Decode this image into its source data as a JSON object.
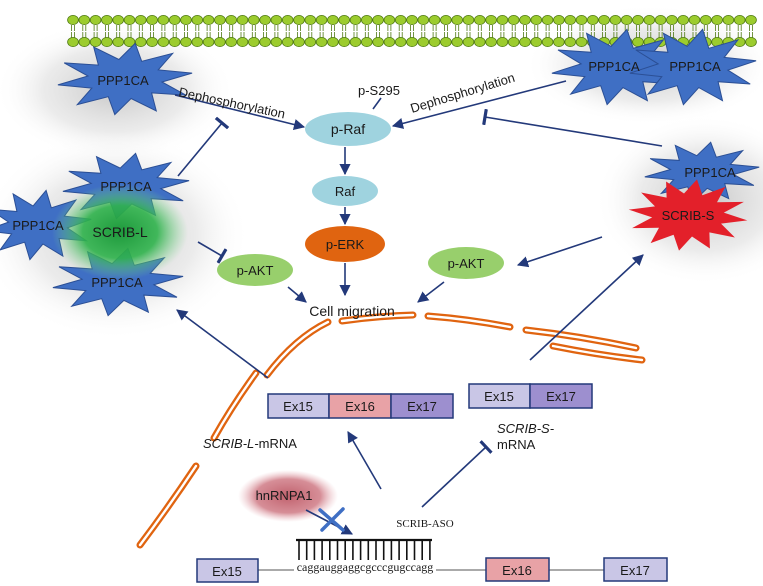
{
  "colors": {
    "arrow": "#23397a",
    "membrane_head": "#9ccc2e",
    "membrane_edge": "#4f7a12",
    "ppp1ca": "#3f6fc4",
    "ppp1ca_edge": "#2b4f95",
    "scrib_l": "#1e9a3c",
    "scrib_s": "#e3202a",
    "raf": "#9fd3df",
    "p_erk": "#e06410",
    "p_akt": "#98cf6c",
    "nucleus": "#e06410",
    "ex_blue": "#c9c6e6",
    "ex_pink": "#e8a2a6",
    "ex_purple": "#9d8fcf",
    "hnrnpa1": "#c0606c"
  },
  "labels": {
    "ppp1ca": "PPP1CA",
    "dephos": "Dephosphorylation",
    "p_s295": "p-S295",
    "p_raf": "p-Raf",
    "raf": "Raf",
    "p_erk": "p-ERK",
    "p_akt": "p-AKT",
    "cell_migration": "Cell migration",
    "scrib_l": "SCRIB-L",
    "scrib_s": "SCRIB-S",
    "ex15": "Ex15",
    "ex16": "Ex16",
    "ex17": "Ex17",
    "scrib_l_mrna_italic": "SCRIB-L-",
    "mrna": "mRNA",
    "scrib_s_mrna_italic": "SCRIB-S-",
    "hnrnpa1": "hnRNPA1",
    "scrib_aso": "SCRIB-ASO",
    "sequence": "caggauggaggcgcccgugccagg"
  }
}
